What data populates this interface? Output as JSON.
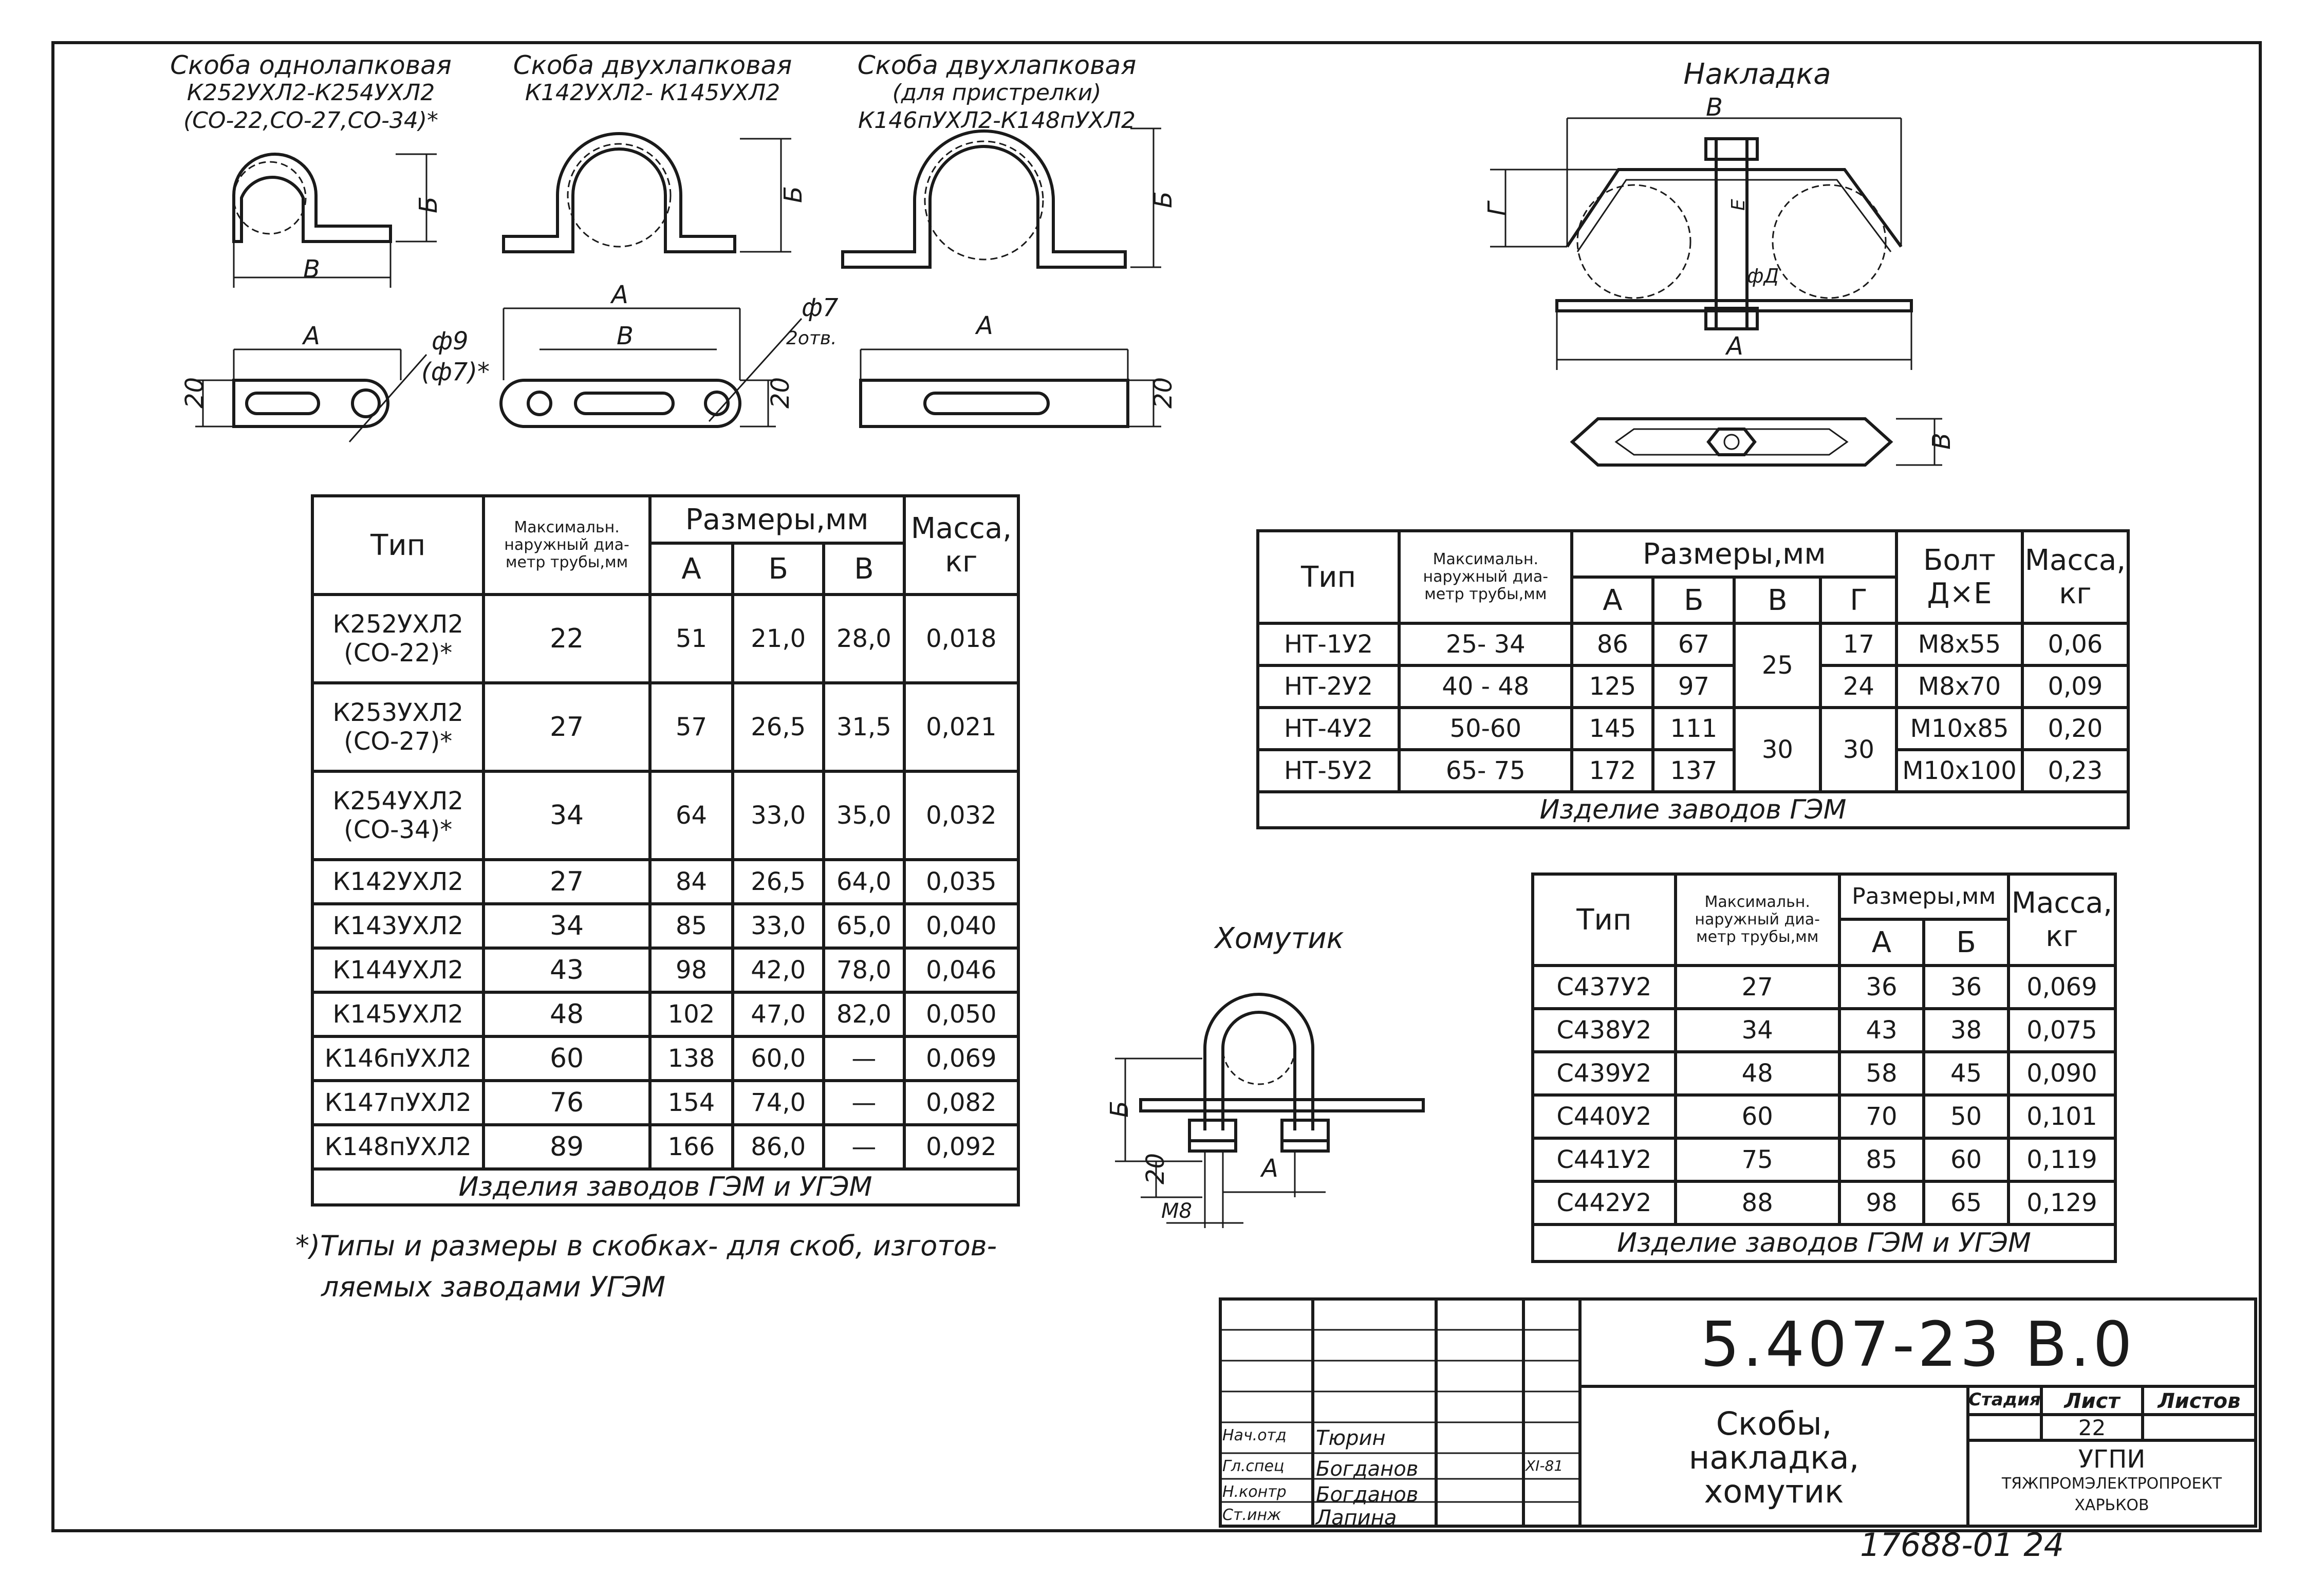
{
  "titles": {
    "skoba1": [
      "Скоба однолапковая",
      "К252УХЛ2-К254УХЛ2",
      "(СО-22,СО-27,СО-34)*"
    ],
    "skoba2": [
      "Скоба двухлапковая",
      "К142УХЛ2- К145УХЛ2"
    ],
    "skoba3": [
      "Скоба двухлапковая",
      "(для пристрелки)",
      "К146пУХЛ2-К148пУХЛ2"
    ],
    "nakladka": "Накладка",
    "khomutik": "Хомутик"
  },
  "dims": {
    "A": "А",
    "B": "В",
    "Bb": "Б",
    "G": "Г",
    "E": "Е",
    "d20": "20",
    "hole9": "ф9",
    "hole7s": "(ф7)*",
    "hole7": "ф7",
    "holes2": "2отв.",
    "phiD": "фД",
    "m8": "М8"
  },
  "table1": {
    "headers": {
      "type": "Тип",
      "maxdia": "Максимальн. наружный диа- метр трубы,мм",
      "sizes": "Размеры,мм",
      "mass": "Масса, кг",
      "A": "А",
      "B": "Б",
      "V": "В"
    },
    "rows": [
      {
        "type": [
          "К252УХЛ2",
          "(СО-22)*"
        ],
        "d": "22",
        "a": "51",
        "b": "21,0",
        "v": "28,0",
        "m": "0,018"
      },
      {
        "type": [
          "К253УХЛ2",
          "(СО-27)*"
        ],
        "d": "27",
        "a": "57",
        "b": "26,5",
        "v": "31,5",
        "m": "0,021"
      },
      {
        "type": [
          "К254УХЛ2",
          "(СО-34)*"
        ],
        "d": "34",
        "a": "64",
        "b": "33,0",
        "v": "35,0",
        "m": "0,032"
      },
      {
        "type": [
          "К142УХЛ2"
        ],
        "d": "27",
        "a": "84",
        "b": "26,5",
        "v": "64,0",
        "m": "0,035"
      },
      {
        "type": [
          "К143УХЛ2"
        ],
        "d": "34",
        "a": "85",
        "b": "33,0",
        "v": "65,0",
        "m": "0,040"
      },
      {
        "type": [
          "К144УХЛ2"
        ],
        "d": "43",
        "a": "98",
        "b": "42,0",
        "v": "78,0",
        "m": "0,046"
      },
      {
        "type": [
          "К145УХЛ2"
        ],
        "d": "48",
        "a": "102",
        "b": "47,0",
        "v": "82,0",
        "m": "0,050"
      },
      {
        "type": [
          "К146пУХЛ2"
        ],
        "d": "60",
        "a": "138",
        "b": "60,0",
        "v": "—",
        "m": "0,069"
      },
      {
        "type": [
          "К147пУХЛ2"
        ],
        "d": "76",
        "a": "154",
        "b": "74,0",
        "v": "—",
        "m": "0,082"
      },
      {
        "type": [
          "К148пУХЛ2"
        ],
        "d": "89",
        "a": "166",
        "b": "86,0",
        "v": "—",
        "m": "0,092"
      }
    ],
    "footer": "Изделия заводов ГЭМ и УГЭМ"
  },
  "footnote": [
    "*)Типы и размеры в скобках- для скоб, изготов-",
    "ляемых заводами УГЭМ"
  ],
  "table2": {
    "headers": {
      "type": "Тип",
      "maxdia": "Максимальн. наружный диа- метр трубы,мм",
      "sizes": "Размеры,мм",
      "bolt": "Болт Д×Е",
      "mass": "Масса, кг",
      "A": "А",
      "B": "Б",
      "V": "В",
      "G": "Г"
    },
    "rows": [
      {
        "type": "НТ-1У2",
        "d": "25- 34",
        "a": "86",
        "b": "67",
        "v": "25",
        "g": "17",
        "bolt": "М8х55",
        "m": "0,06"
      },
      {
        "type": "НТ-2У2",
        "d": "40 - 48",
        "a": "125",
        "b": "97",
        "v": "",
        "g": "24",
        "bolt": "М8х70",
        "m": "0,09"
      },
      {
        "type": "НТ-4У2",
        "d": "50-60",
        "a": "145",
        "b": "111",
        "v": "30",
        "g": "30",
        "bolt": "М10х85",
        "m": "0,20"
      },
      {
        "type": "НТ-5У2",
        "d": "65- 75",
        "a": "172",
        "b": "137",
        "v": "",
        "g": "",
        "bolt": "М10х100",
        "m": "0,23"
      }
    ],
    "footer": "Изделие заводов ГЭМ"
  },
  "table3": {
    "headers": {
      "type": "Тип",
      "maxdia": "Максимальн. наружный диа- метр трубы,мм",
      "sizes": "Размеры,мм",
      "mass": "Масса, кг",
      "A": "А",
      "B": "Б"
    },
    "rows": [
      {
        "type": "С437У2",
        "d": "27",
        "a": "36",
        "b": "36",
        "m": "0,069"
      },
      {
        "type": "С438У2",
        "d": "34",
        "a": "43",
        "b": "38",
        "m": "0,075"
      },
      {
        "type": "С439У2",
        "d": "48",
        "a": "58",
        "b": "45",
        "m": "0,090"
      },
      {
        "type": "С440У2",
        "d": "60",
        "a": "70",
        "b": "50",
        "m": "0,101"
      },
      {
        "type": "С441У2",
        "d": "75",
        "a": "85",
        "b": "60",
        "m": "0,119"
      },
      {
        "type": "С442У2",
        "d": "88",
        "a": "98",
        "b": "65",
        "m": "0,129"
      }
    ],
    "footer": "Изделие заводов ГЭМ и УГЭМ"
  },
  "titleblock": {
    "code": "5.407-23 В.0",
    "name": [
      "Скобы,",
      "накладка,",
      "хомутик"
    ],
    "stage": "Стадия",
    "sheet": "Лист",
    "sheets": "Листов",
    "sheet_no": "22",
    "org": [
      "УГПИ",
      "ТЯЖПРОМЭЛЕКТРОПРОЕКТ",
      "ХАРЬКОВ"
    ],
    "people": [
      {
        "role": "Нач.отд",
        "name": "Тюрин",
        "date": ""
      },
      {
        "role": "Гл.спец",
        "name": "Богданов",
        "date": "XI-81"
      },
      {
        "role": "Н.контр",
        "name": "Богданов",
        "date": ""
      },
      {
        "role": "Ст.инж",
        "name": "Лапина",
        "date": ""
      }
    ]
  },
  "archive": "17688-01  24"
}
